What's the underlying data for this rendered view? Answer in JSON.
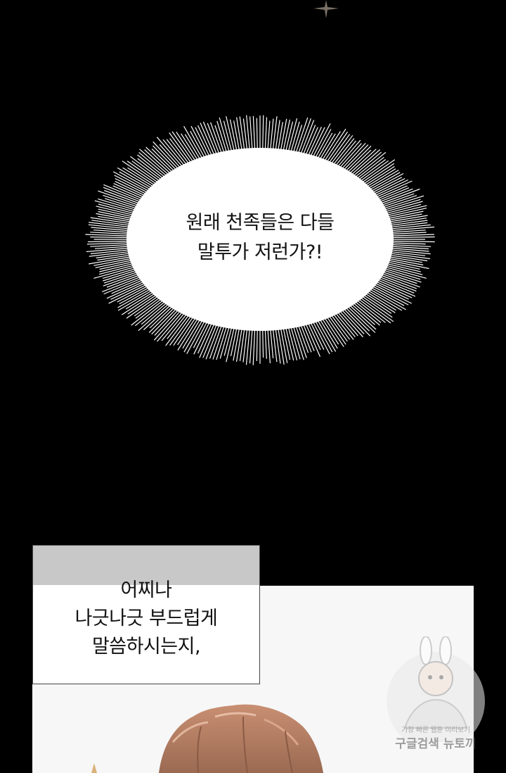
{
  "burst": {
    "lines": [
      "원래 천족들은 다들",
      "말투가 저런가?!"
    ]
  },
  "caption": {
    "lines": [
      "어찌나",
      "나긋나긋 부드럽게",
      "말씀하시는지,"
    ]
  },
  "watermark": {
    "tagline": "가장 빠른 웹툰 미리보기",
    "brand": "구글검색 뉴토끼"
  },
  "colors": {
    "background": "#000000",
    "bubble": "#ffffff",
    "hair": "#b07a5e",
    "caption_header": "#c8c8c8"
  }
}
